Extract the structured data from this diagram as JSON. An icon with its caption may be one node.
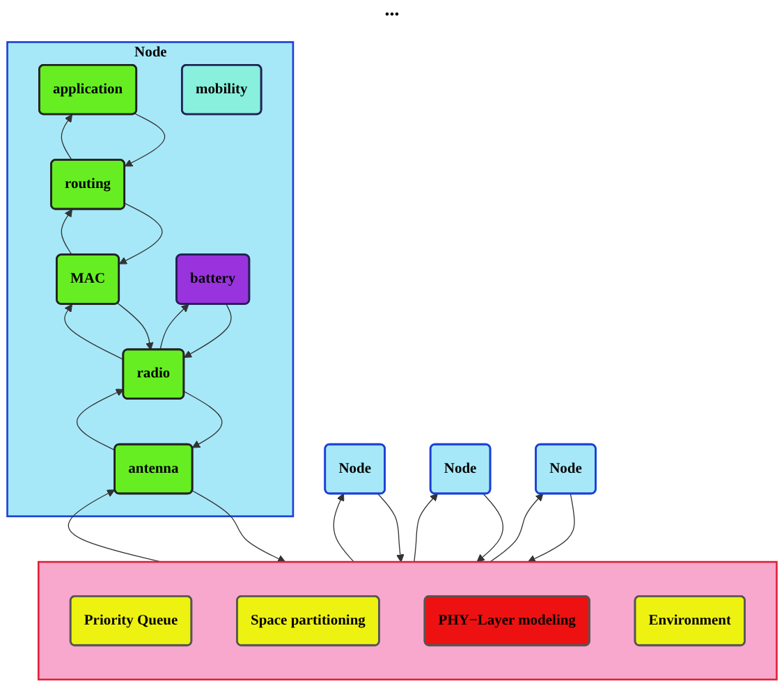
{
  "diagram": {
    "nodes": [
      {
        "text": [
          "Node"
        ]
      },
      {
        "text": [
          "application"
        ],
        "in": 0
      },
      {
        "text": [
          "routing"
        ],
        "in": 0
      },
      {
        "text": [
          "MAC"
        ],
        "in": 0
      },
      {
        "text": [
          "radio"
        ],
        "in": 0
      },
      {
        "text": [
          "antenna"
        ],
        "in": 0
      },
      {
        "text": [
          "mobility"
        ],
        "in": 0
      },
      {
        "text": [
          "battery"
        ],
        "in": 0
      },
      {
        "text": [
          "Node"
        ]
      },
      {
        "text": [
          "Node"
        ]
      },
      {
        "text": [
          "Node"
        ]
      },
      {
        "text": [],
        "shape": "box"
      },
      {
        "text": [
          "Priority Queue"
        ],
        "in": 11
      },
      {
        "text": [
          "Space partitioning"
        ],
        "in": 11
      },
      {
        "text": [
          "PHY−Layer modeling"
        ],
        "in": 11
      },
      {
        "text": [
          "Environment"
        ],
        "in": 11
      }
    ],
    "edges": [
      {
        "from": 1,
        "to": 2,
        "arrow": "to"
      },
      {
        "from": 2,
        "to": 1,
        "arrow": "to"
      },
      {
        "from": 2,
        "to": 3,
        "arrow": "to"
      },
      {
        "from": 3,
        "to": 2,
        "arrow": "to"
      },
      {
        "from": 3,
        "to": 4,
        "arrow": "to"
      },
      {
        "from": 4,
        "to": 3,
        "arrow": "to"
      },
      {
        "from": 4,
        "to": 5,
        "arrow": "to"
      },
      {
        "from": 5,
        "to": 4,
        "arrow": "to"
      },
      {
        "from": 4,
        "to": 7,
        "arrow": "to"
      },
      {
        "from": 7,
        "to": 4,
        "arrow": "to"
      },
      {
        "from": 5,
        "to": 11,
        "arrow": "to"
      },
      {
        "from": 11,
        "to": 5,
        "arrow": "to"
      },
      {
        "from": 8,
        "to": 11,
        "arrow": "to"
      },
      {
        "from": 11,
        "to": 8,
        "arrow": "to"
      },
      {
        "from": 9,
        "to": 11,
        "arrow": "to"
      },
      {
        "from": 11,
        "to": 9,
        "arrow": "to"
      },
      {
        "from": 10,
        "to": 11,
        "arrow": "to"
      },
      {
        "from": 11,
        "to": 10,
        "arrow": "to"
      }
    ],
    "labels": [
      "..."
    ]
  }
}
